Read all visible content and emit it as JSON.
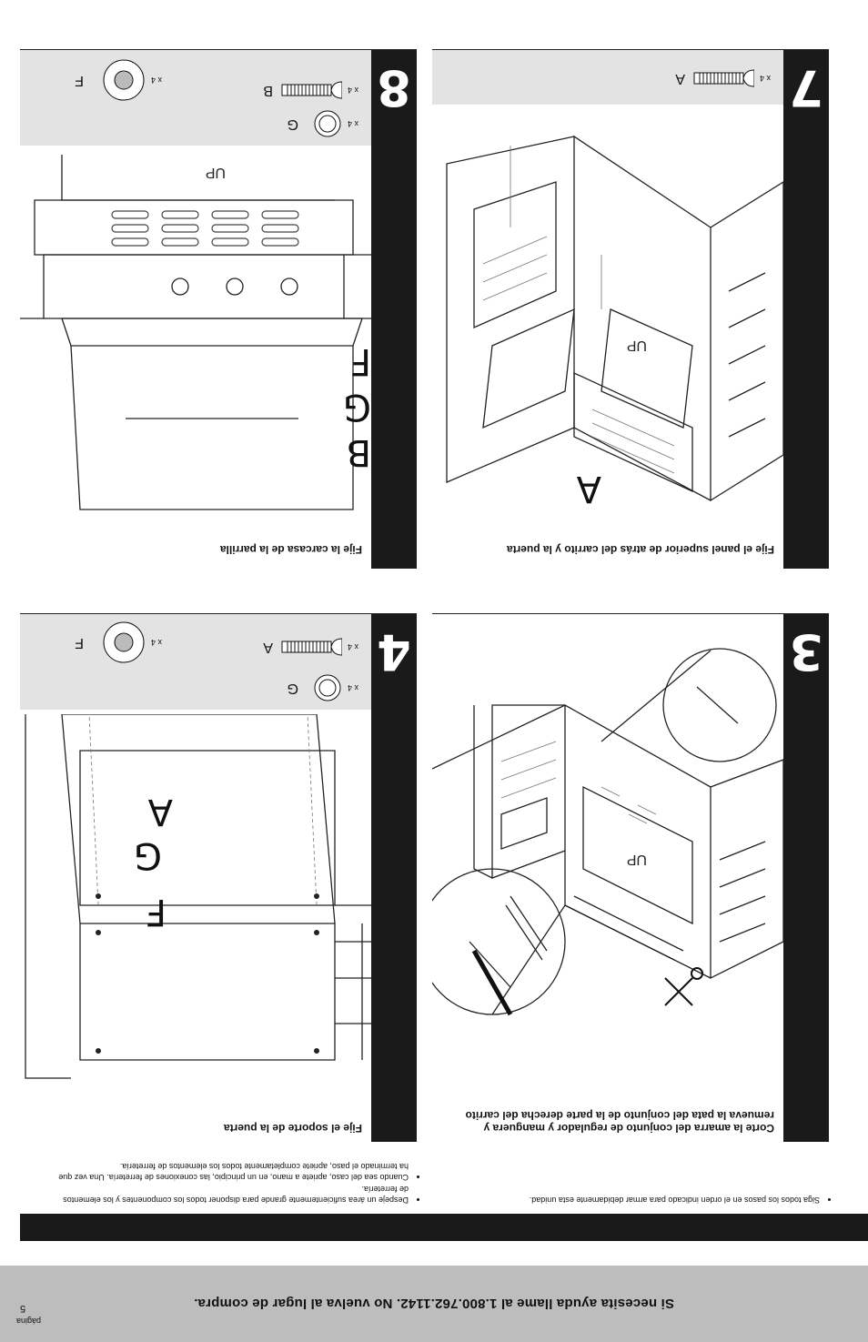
{
  "footer": {
    "help_text": "Si necesita ayuda llame al 1.800.762.1142. No vuelva al lugar de compra.",
    "page_label": "página",
    "page_number": "5"
  },
  "instructions": {
    "left": [
      "Siga todos los pasos en el orden indicado para armar debidamente esta unidad."
    ],
    "right": [
      "Despeje un área suficientemente grande para disponer todos los componentes y los elementos de ferretería.",
      "Cuando sea del caso, apriete a mano, en un principio, las conexiones de ferretería. Una vez que ha terminado el paso, apriete completamente todos los elementos de ferretería."
    ]
  },
  "steps": {
    "s3": {
      "number": "3",
      "title": "Corte la amarra del conjunto de regulador y manguera y remueva la pata del conjunto de la parte derecha del carrito",
      "label_up": "UP"
    },
    "s4": {
      "number": "4",
      "title": "Fije el soporte de la puerta",
      "parts": [
        {
          "letter": "A",
          "qty": "x 4",
          "icon": "bolt-icon"
        },
        {
          "letter": "F",
          "qty": "x 4",
          "icon": "washer-icon"
        },
        {
          "letter": "G",
          "qty": "x 4",
          "icon": "lock-washer-icon"
        }
      ],
      "callouts": [
        "A",
        "G",
        "F"
      ]
    },
    "s7": {
      "number": "7",
      "title": "Fije el panel superior de atrás del carrito y la puerta",
      "parts": [
        {
          "letter": "A",
          "qty": "x 4",
          "icon": "bolt-icon"
        }
      ],
      "callouts": [
        "A"
      ],
      "label_up": "UP"
    },
    "s8": {
      "number": "8",
      "title": "Fije la carcasa de la parrilla",
      "parts": [
        {
          "letter": "B",
          "qty": "x 4",
          "icon": "bolt-icon"
        },
        {
          "letter": "F",
          "qty": "x 4",
          "icon": "washer-icon"
        },
        {
          "letter": "G",
          "qty": "x 4",
          "icon": "lock-washer-icon"
        }
      ],
      "callouts": [
        "B",
        "G",
        "F"
      ],
      "label_up": "UP"
    }
  }
}
